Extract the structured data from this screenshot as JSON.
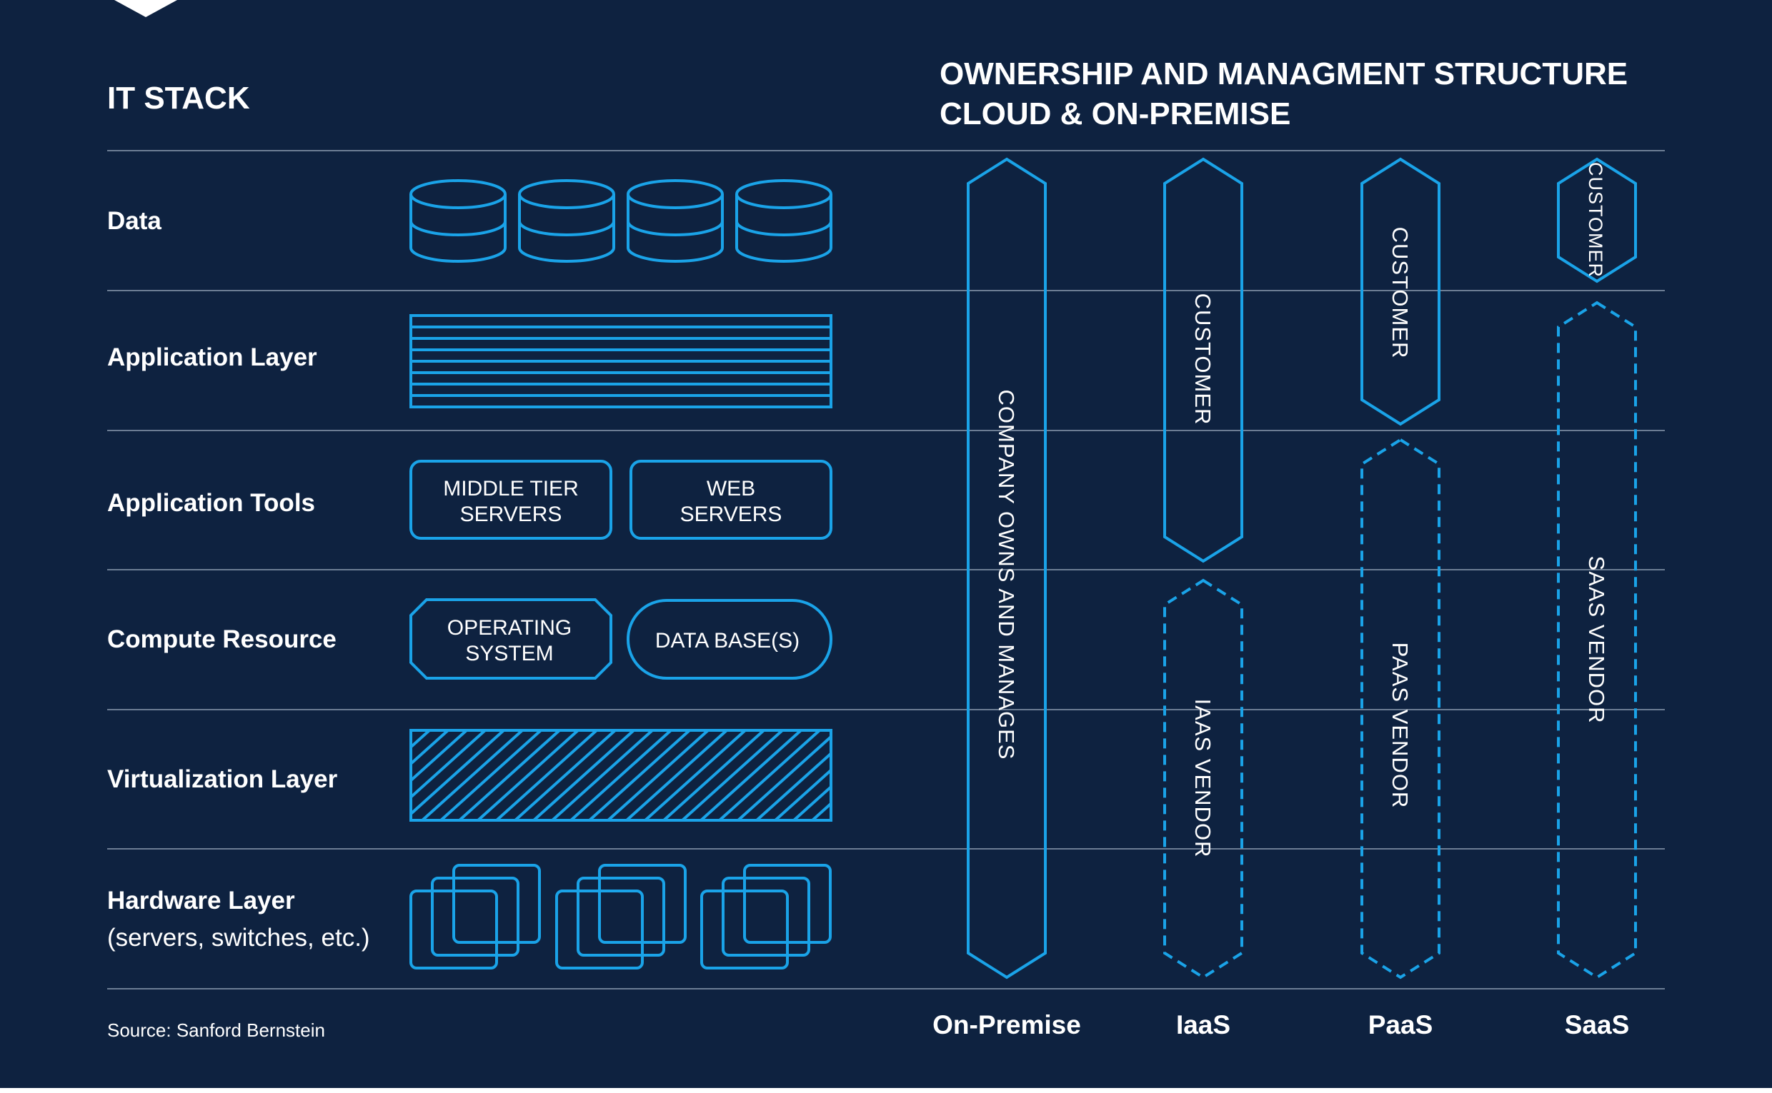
{
  "left_heading": "IT STACK",
  "right_heading_line1": "OWNERSHIP AND MANAGMENT STRUCTURE",
  "right_heading_line2": "CLOUD & ON-PREMISE",
  "rows": {
    "data": "Data",
    "application_layer": "Application Layer",
    "application_tools": "Application Tools",
    "compute_resource": "Compute Resource",
    "virtualization_layer": "Virtualization Layer",
    "hardware_layer": "Hardware Layer",
    "hardware_layer_sub": "(servers, switches, etc.)"
  },
  "boxes": {
    "middle_tier_line1": "MIDDLE TIER",
    "middle_tier_line2": "SERVERS",
    "web_line1": "WEB",
    "web_line2": "SERVERS",
    "os_line1": "OPERATING",
    "os_line2": "SYSTEM",
    "databases": "DATA BASE(S)"
  },
  "columns": {
    "on_premise": "On-Premise",
    "iaas": "IaaS",
    "paas": "PaaS",
    "saas": "SaaS"
  },
  "bars": {
    "on_premise_owner": "COMPANY OWNS AND MANAGES",
    "iaas_customer": "CUSTOMER",
    "iaas_vendor": "IAAS VENDOR",
    "paas_customer": "CUSTOMER",
    "paas_vendor": "PAAS VENDOR",
    "saas_customer": "CUSTOMER",
    "saas_vendor": "SAAS VENDOR"
  },
  "source": "Source: Sanford Bernstein",
  "colors": {
    "background": "#0e2240",
    "accent": "#1aa3e8",
    "divider": "#8c9bb0",
    "text": "#ffffff"
  },
  "icons": {
    "data": "database-cylinder-icon",
    "application_layer": "stacked-layers-icon",
    "virtualization_layer": "hatched-block-icon",
    "hardware_layer": "server-stack-icon"
  }
}
